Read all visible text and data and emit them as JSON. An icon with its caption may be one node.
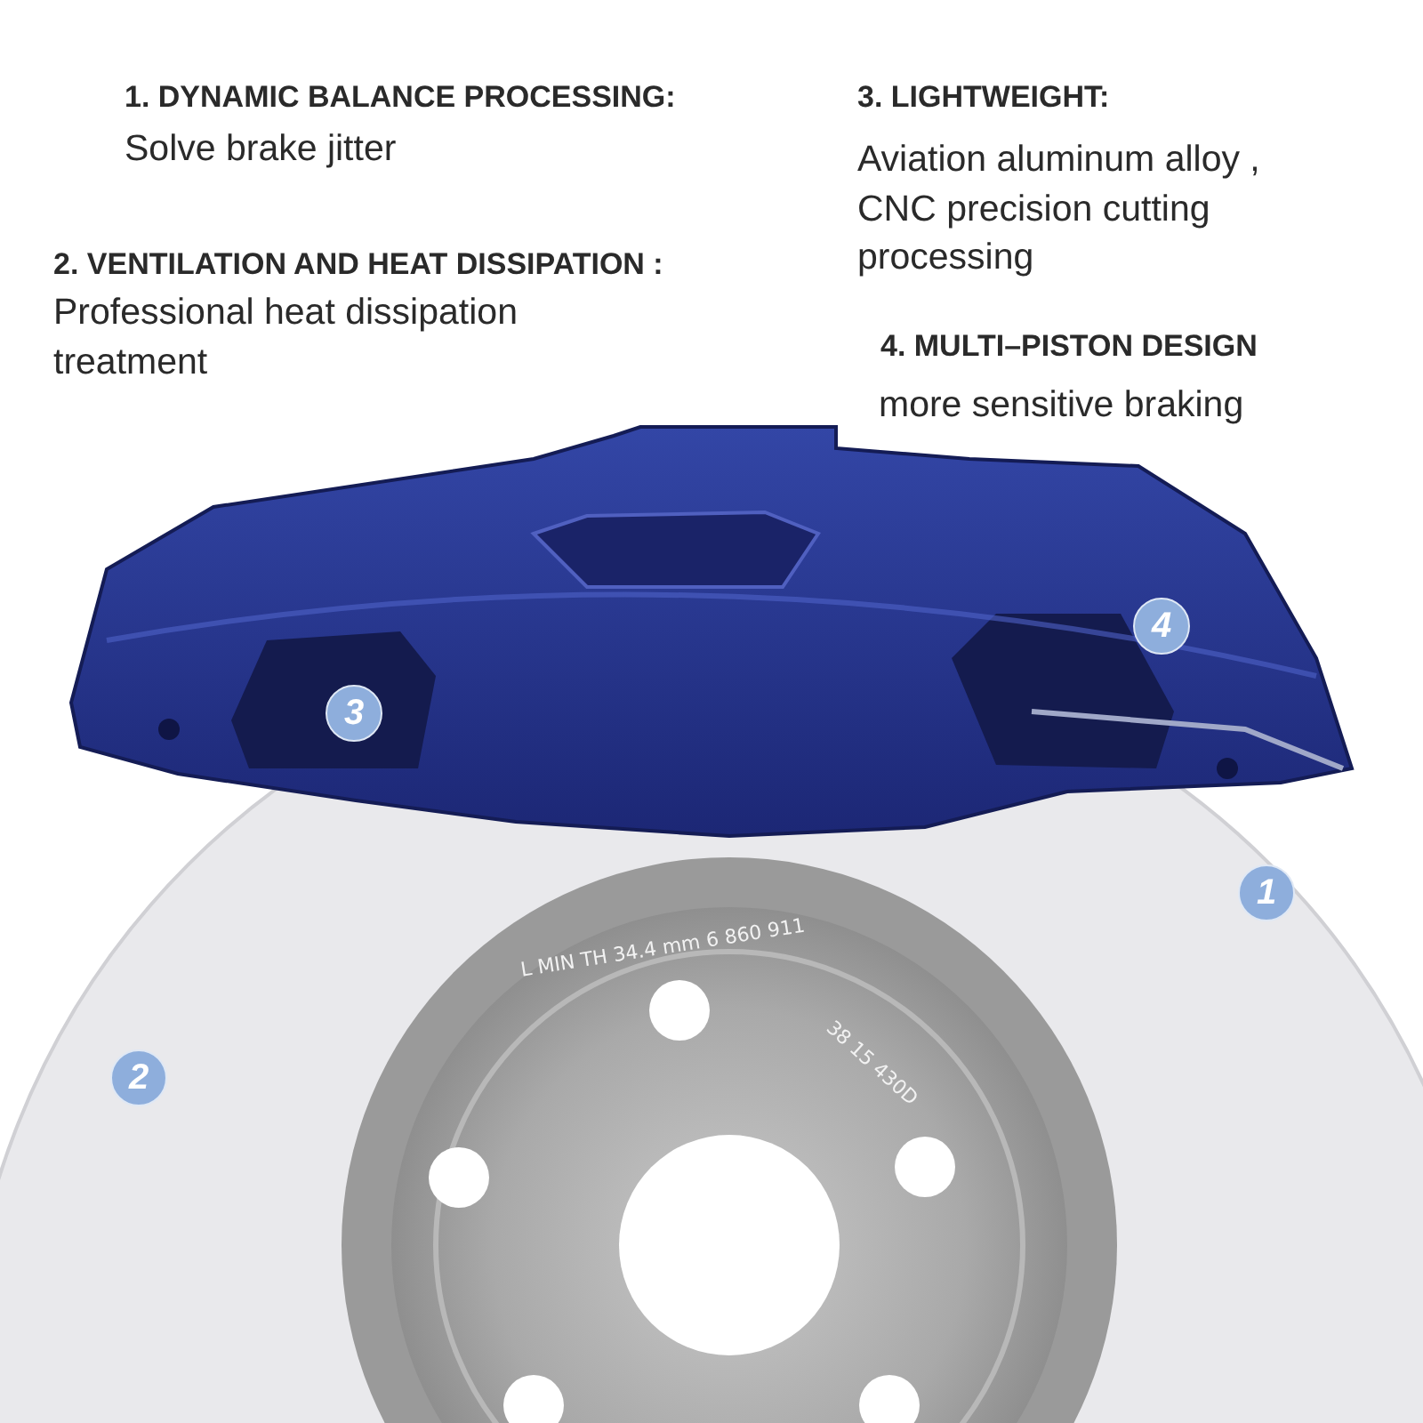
{
  "diagram": {
    "labels": [
      "1. DYNAMIC BALANCE PROCESSING:",
      "Solve brake jitter",
      "3. LIGHTWEIGHT:",
      "Aviation aluminum alloy , CNC precision cutting processing",
      "2. VENTILATION AND HEAT DISSIPATION :",
      "Professional heat dissipation treatment",
      "4. MULTI–PISTON DESIGN",
      "more sensitive braking",
      "4",
      "3",
      "L MIN TH 34.4 mm 6 860 911",
      "38 15 430D",
      "1",
      "2"
    ]
  }
}
